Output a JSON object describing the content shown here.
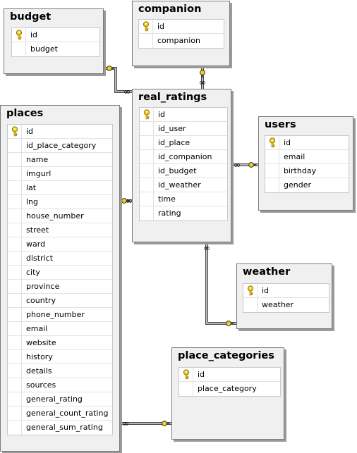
{
  "colors": {
    "connector": "#4a4a4a",
    "key_fill": "#f2d11a",
    "key_stroke": "#8a7200",
    "table_bg": "#f0f0f0",
    "table_border": "#7a7a7a",
    "grid_bg": "#ffffff"
  },
  "tables": [
    {
      "id": "budget",
      "title": "budget",
      "primary_key": "id",
      "columns": [
        "id",
        "budget"
      ]
    },
    {
      "id": "companion",
      "title": "companion",
      "primary_key": "id",
      "columns": [
        "id",
        "companion"
      ]
    },
    {
      "id": "places",
      "title": "places",
      "primary_key": "id",
      "columns": [
        "id",
        "id_place_category",
        "name",
        "imgurl",
        "lat",
        "lng",
        "house_number",
        "street",
        "ward",
        "district",
        "city",
        "province",
        "country",
        "phone_number",
        "email",
        "website",
        "history",
        "details",
        "sources",
        "general_rating",
        "general_count_rating",
        "general_sum_rating"
      ]
    },
    {
      "id": "real_ratings",
      "title": "real_ratings",
      "primary_key": "id",
      "columns": [
        "id",
        "id_user",
        "id_place",
        "id_companion",
        "id_budget",
        "id_weather",
        "time",
        "rating"
      ]
    },
    {
      "id": "users",
      "title": "users",
      "primary_key": "id",
      "columns": [
        "id",
        "email",
        "birthday",
        "gender"
      ]
    },
    {
      "id": "weather",
      "title": "weather",
      "primary_key": "id",
      "columns": [
        "id",
        "weather"
      ]
    },
    {
      "id": "place_categories",
      "title": "place_categories",
      "primary_key": "id",
      "columns": [
        "id",
        "place_category"
      ]
    }
  ],
  "relationships": [
    {
      "from": "real_ratings",
      "to": "budget",
      "name": "real_ratings-budget"
    },
    {
      "from": "real_ratings",
      "to": "companion",
      "name": "real_ratings-companion"
    },
    {
      "from": "real_ratings",
      "to": "places",
      "name": "real_ratings-places"
    },
    {
      "from": "real_ratings",
      "to": "users",
      "name": "real_ratings-users"
    },
    {
      "from": "real_ratings",
      "to": "weather",
      "name": "real_ratings-weather"
    },
    {
      "from": "places",
      "to": "place_categories",
      "name": "places-place_categories"
    }
  ]
}
